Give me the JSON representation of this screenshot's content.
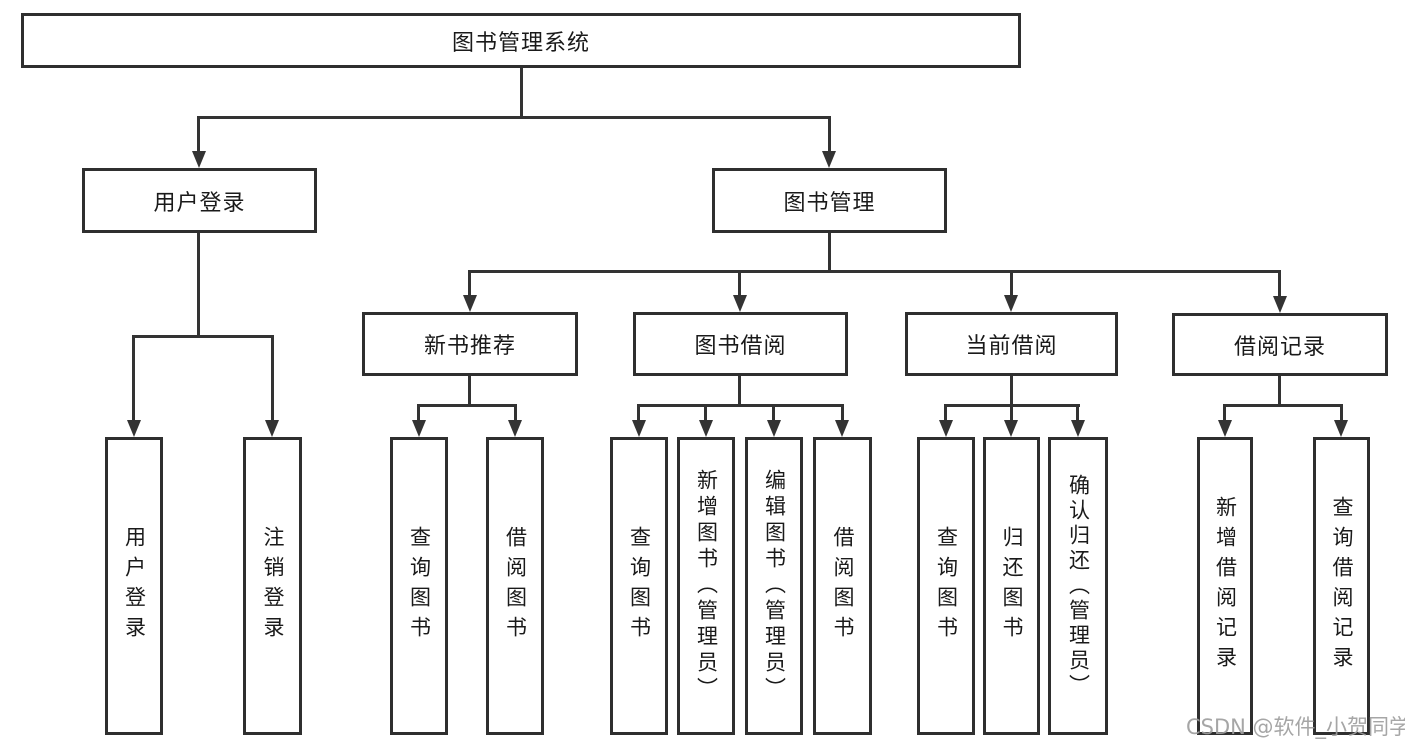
{
  "diagram": {
    "root": {
      "label": "图书管理系统"
    },
    "branches": [
      {
        "label": "用户登录",
        "children": [
          {
            "label": "用户登录"
          },
          {
            "label": "注销登录"
          }
        ]
      },
      {
        "label": "图书管理",
        "children": [
          {
            "label": "新书推荐",
            "children": [
              {
                "label": "查询图书"
              },
              {
                "label": "借阅图书"
              }
            ]
          },
          {
            "label": "图书借阅",
            "children": [
              {
                "label": "查询图书"
              },
              {
                "label": "新增图书（管理员）"
              },
              {
                "label": "编辑图书（管理员）"
              },
              {
                "label": "借阅图书"
              }
            ]
          },
          {
            "label": "当前借阅",
            "children": [
              {
                "label": "查询图书"
              },
              {
                "label": "归还图书"
              },
              {
                "label": "确认归还（管理员）"
              }
            ]
          },
          {
            "label": "借阅记录",
            "children": [
              {
                "label": "新增借阅记录"
              },
              {
                "label": "查询借阅记录"
              }
            ]
          }
        ]
      }
    ]
  },
  "watermark": {
    "text": "CSDN @软件_小贺同学"
  },
  "colors": {
    "line": "#333333",
    "box_border": "#2f2f2f",
    "box_background": "#ffffff",
    "text": "#1a1a1a",
    "watermark": "#9e9e9e",
    "canvas_background": "#ffffff"
  }
}
